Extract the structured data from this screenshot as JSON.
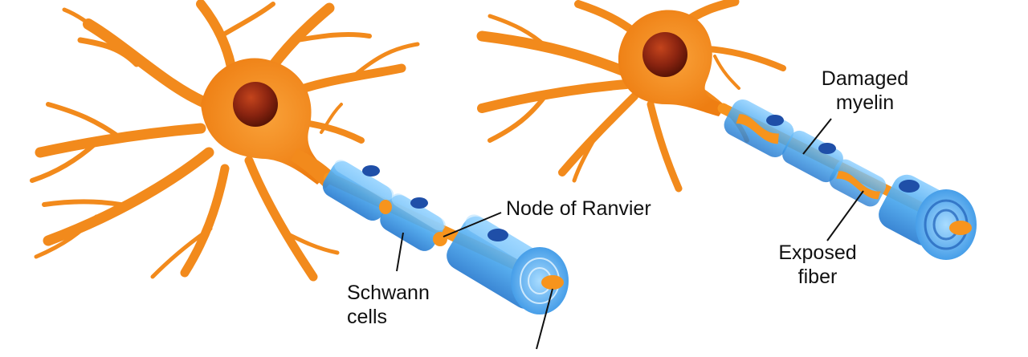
{
  "labels": {
    "node_of_ranvier": "Node of Ranvier",
    "schwann_line1": "Schwann",
    "schwann_line2": "cells",
    "damaged_line1": "Damaged",
    "damaged_line2": "myelin",
    "exposed_line1": "Exposed",
    "exposed_line2": "fiber"
  },
  "colors": {
    "neuron_body": "#f28a1c",
    "neuron_dark": "#d96f0c",
    "nucleus": "#8a2410",
    "myelin": "#5ab4f0",
    "myelin_dark": "#2f87d6",
    "myelin_light": "#a7dcff",
    "schwann_nucleus": "#1f4fa8",
    "axon": "#f7941d",
    "label_text": "#111111"
  }
}
